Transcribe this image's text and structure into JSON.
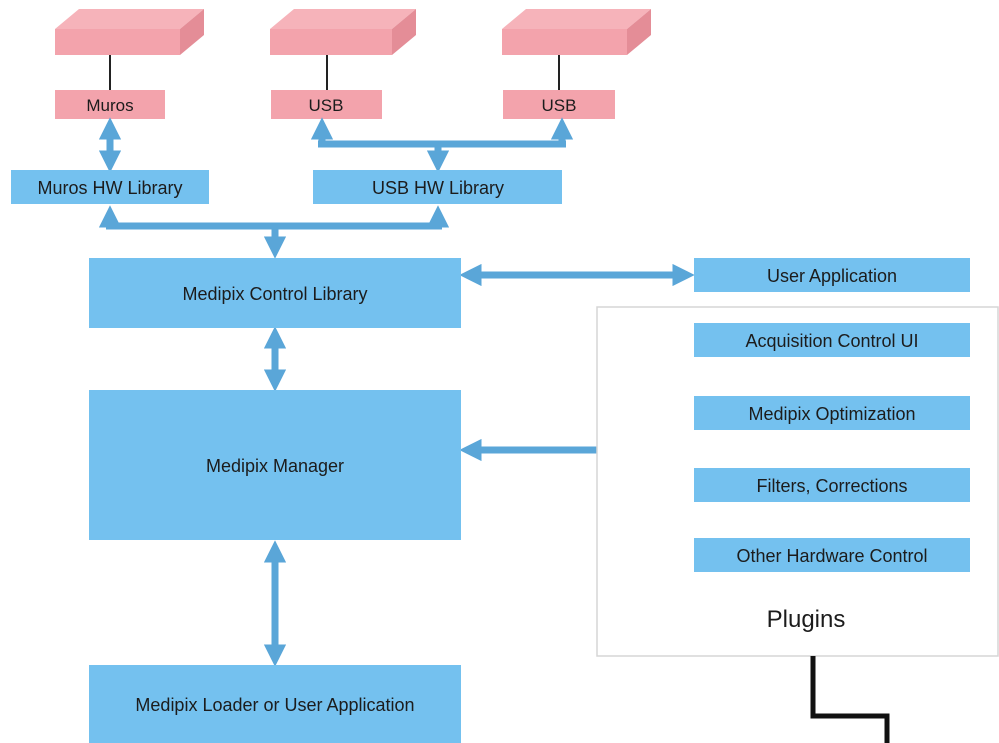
{
  "hardware": {
    "muros": "Muros",
    "usb_left": "USB",
    "usb_right": "USB"
  },
  "libraries": {
    "muros_hw": "Muros HW Library",
    "usb_hw": "USB HW Library"
  },
  "core": {
    "control_library": "Medipix Control Library",
    "manager": "Medipix Manager",
    "loader": "Medipix Loader or User Application",
    "user_application": "User Application"
  },
  "plugins": {
    "title": "Plugins",
    "items": [
      "Acquisition Control UI",
      "Medipix Optimization",
      "Filters, Corrections",
      "Other Hardware Control"
    ]
  },
  "colors": {
    "box_blue": "#74c1ef",
    "hardware_pink": "#f3a3ac",
    "hardware_top": "#f6b3ba",
    "hardware_side": "#e48d97",
    "arrow_blue": "#5aa6d8",
    "plugins_border": "#d5d5d5"
  }
}
